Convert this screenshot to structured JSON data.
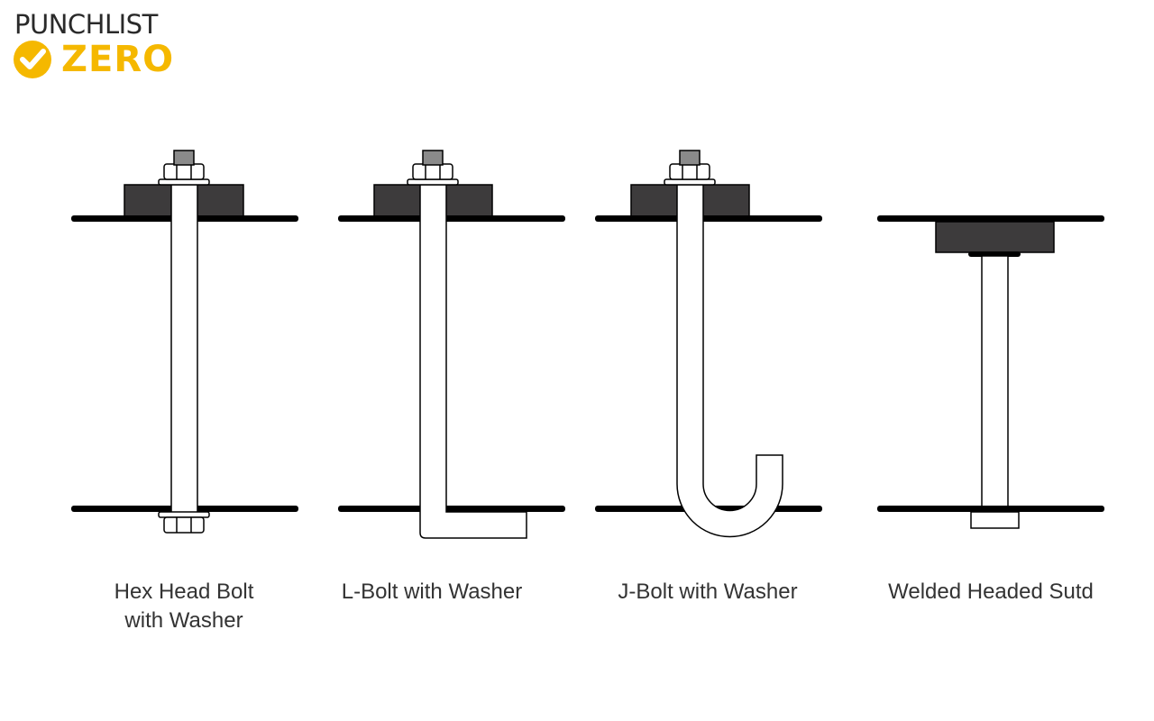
{
  "brand": {
    "name_top": "PUNCHLIST",
    "name_bottom": "ZERO",
    "check_icon": "check-circle-icon",
    "colors": {
      "accent": "#f5b800",
      "text": "#2a2a2a"
    }
  },
  "colors": {
    "plate": "#3d3b3c",
    "nut_top": "#8a8a8a",
    "line": "#000000",
    "bolt_fill": "#ffffff",
    "label": "#333333"
  },
  "bolts": [
    {
      "label_line1": "Hex Head Bolt",
      "label_line2": "with Washer"
    },
    {
      "label_line1": "L-Bolt with Washer",
      "label_line2": ""
    },
    {
      "label_line1": "J-Bolt with Washer",
      "label_line2": ""
    },
    {
      "label_line1": "Welded Headed Sutd",
      "label_line2": ""
    }
  ]
}
